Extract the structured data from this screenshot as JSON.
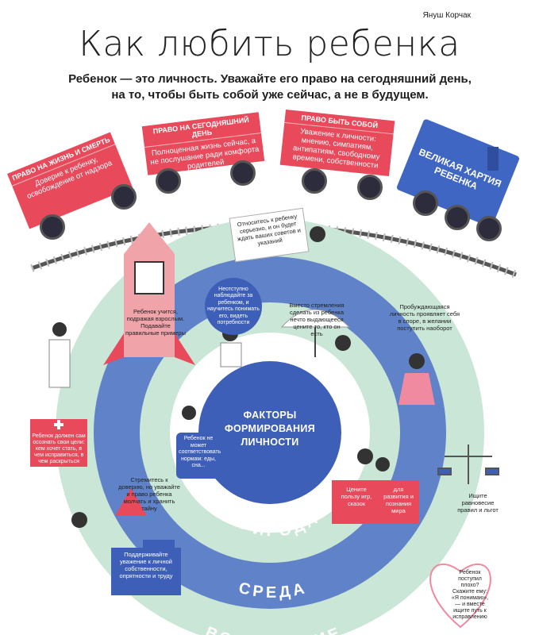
{
  "author": "Януш Корчак",
  "title": "Как любить ребенка",
  "subtitle_line1": "Ребенок — это личность. Уважайте его право на сегодняшний день,",
  "subtitle_line2": "на то, чтобы быть собой уже сейчас, а не в будущем.",
  "train": {
    "wagon1": {
      "caption": "Право на жизнь и смерть",
      "text": "Доверие к ребенку, освобождение от надзора"
    },
    "wagon2": {
      "caption": "Право на сегодняшний день",
      "text": "Полноценная жизнь сейчас, а не послушание ради комфорта родителей"
    },
    "wagon3": {
      "caption": "Право быть собой",
      "text": "Уважение к личности: мнению, симпатиям, антипатиям, свободному времени, собственности"
    },
    "engine": {
      "text": "Великая хартия ребенка"
    }
  },
  "rings": {
    "center": "ФАКТОРЫ ФОРМИРОВАНИЯ ЛИЧНОСТИ",
    "inner": "ПРИРОДА",
    "middle": "СРЕДА",
    "outer": "ВОСПИТАНИЕ"
  },
  "notes": {
    "n1": "Относитесь к ребенку серьезно, и он будет ждать ваших советов и указаний",
    "n2": "Ребенок учится, подражая взрослым. Подавайте правильные примеры",
    "n3": "Неотступно наблюдайте за ребенком, и научитесь понимать его, видеть потребности",
    "n4": "Вместо стремления сделать из ребенка нечто выдающееся цените то, кто он есть",
    "n5": "Пробуждающаяся личность проявляет себя в споре, в желании поступить наоборот",
    "n6": "Ребенок должен сам осознать свои цели: кем хочет стать, в чем исправиться, в чем раскрыться",
    "n7": "Ребенок не может соответствовать нормам: еды, сна...",
    "n8": "Стремитесь к доверию, но уважайте и право ребенка молчать и хранить тайну",
    "n9": "Цените пользу игр, сказок",
    "n10": "для развития и познания мира",
    "n11": "Ищите равновесие правил и льгот",
    "n12": "Поддерживайте уважение к личной собственности, опрятности и труду",
    "n13": "Ребенок поступил плохо? Скажите ему: «Я понимаю», — и вместе ищите путь к исправлению"
  },
  "colors": {
    "outer_ring": "#c9e6d6",
    "middle_ring": "#5f82c8",
    "inner_ring": "#c9e6d6",
    "center": "#3e5fb8",
    "wagon": "#e84a5b",
    "engine": "#3f66c2"
  }
}
